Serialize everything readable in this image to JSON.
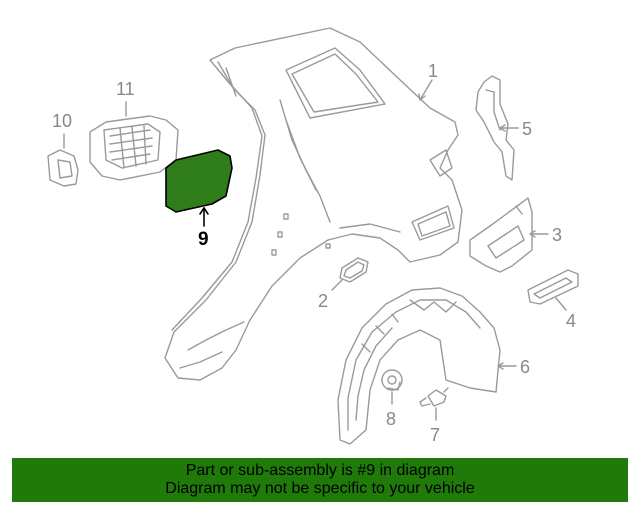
{
  "diagram": {
    "highlight_color": "#2e7d1a",
    "line_color": "#9a9a9a",
    "callouts": [
      {
        "id": "1",
        "label": "1"
      },
      {
        "id": "2",
        "label": "2"
      },
      {
        "id": "3",
        "label": "3"
      },
      {
        "id": "4",
        "label": "4"
      },
      {
        "id": "5",
        "label": "5"
      },
      {
        "id": "6",
        "label": "6"
      },
      {
        "id": "7",
        "label": "7"
      },
      {
        "id": "8",
        "label": "8"
      },
      {
        "id": "9",
        "label": "9",
        "highlighted": true
      },
      {
        "id": "10",
        "label": "10"
      },
      {
        "id": "11",
        "label": "11"
      }
    ]
  },
  "banner": {
    "line1": "Part or sub-assembly is #9 in diagram",
    "line2": "Diagram may not be specific to your vehicle",
    "color": "#1f7a0a"
  }
}
